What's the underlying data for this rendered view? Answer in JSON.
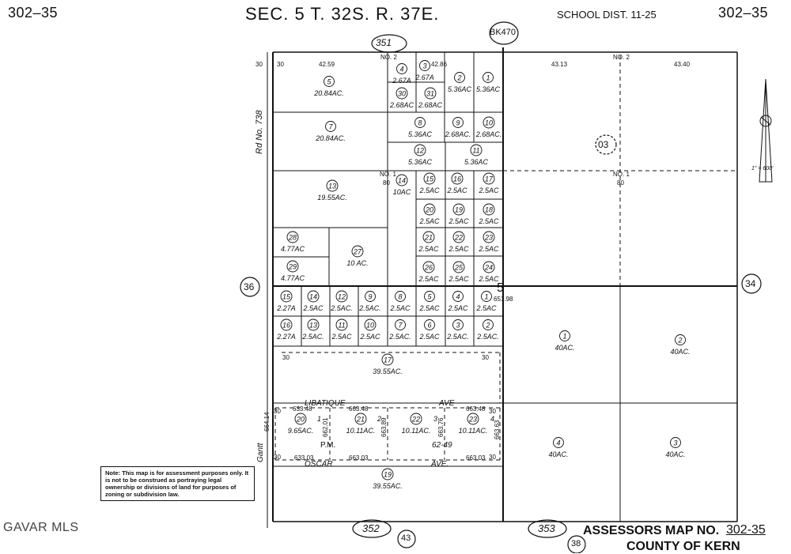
{
  "header": {
    "map_left": "302–35",
    "title": "SEC. 5 T. 32S. R. 37E.",
    "school_district": "SCHOOL DIST. 11-25",
    "map_right": "302–35",
    "book": "BK470",
    "page_top": "351"
  },
  "road_labels": {
    "rd": "Rd No. 738",
    "gantt": "Gantt",
    "libatique": "LIBATIQUE",
    "ave": "AVE",
    "oscar": "OSCAR",
    "ave2": "AVE.",
    "pm": "P.M.",
    "section_center": "5",
    "school_num": "03",
    "scale": "1\" = 600'"
  },
  "neighbors": {
    "west": "36",
    "east": "34",
    "bottom_left": "352",
    "bottom_mid": "43",
    "bottom_right": "353",
    "bottom_right2": "38"
  },
  "parcels": [
    {
      "num": "5",
      "area": "20.84AC."
    },
    {
      "num": "4",
      "area": "2.67A"
    },
    {
      "num": "3",
      "area": "2.67A"
    },
    {
      "num": "2",
      "area": "5.36AC"
    },
    {
      "num": "1",
      "area": "5.36AC"
    },
    {
      "num": "30",
      "area": "2.68AC"
    },
    {
      "num": "31",
      "area": "2.68AC"
    },
    {
      "num": "7",
      "area": "20.84AC."
    },
    {
      "num": "8",
      "area": "5.36AC"
    },
    {
      "num": "9",
      "area": "2.68AC."
    },
    {
      "num": "10",
      "area": "2.68AC."
    },
    {
      "num": "12",
      "area": "5.36AC"
    },
    {
      "num": "11",
      "area": "5.36AC"
    },
    {
      "num": "13",
      "area": "19.55AC."
    },
    {
      "num": "14",
      "area": "10AC"
    },
    {
      "num": "15",
      "area": "2.5AC"
    },
    {
      "num": "16",
      "area": "2.5AC"
    },
    {
      "num": "17",
      "area": "2.5AC"
    },
    {
      "num": "20",
      "area": "2.5AC"
    },
    {
      "num": "19",
      "area": "2.5AC"
    },
    {
      "num": "18",
      "area": "2.5AC"
    },
    {
      "num": "28",
      "area": "4.77AC"
    },
    {
      "num": "27",
      "area": "10 AC."
    },
    {
      "num": "21",
      "area": "2.5AC"
    },
    {
      "num": "22",
      "area": "2.5AC"
    },
    {
      "num": "23",
      "area": "2.5AC"
    },
    {
      "num": "29",
      "area": "4.77AC"
    },
    {
      "num": "26",
      "area": "2.5AC"
    },
    {
      "num": "25",
      "area": "2.5AC"
    },
    {
      "num": "24",
      "area": "2.5AC"
    },
    {
      "num": "15",
      "area": "2.27A"
    },
    {
      "num": "14",
      "area": "2.5AC"
    },
    {
      "num": "12",
      "area": "2.5AC."
    },
    {
      "num": "9",
      "area": "2.5AC."
    },
    {
      "num": "8",
      "area": "2.5AC"
    },
    {
      "num": "5",
      "area": "2.5AC"
    },
    {
      "num": "4",
      "area": "2.5AC"
    },
    {
      "num": "1",
      "area": "2.5AC"
    },
    {
      "num": "16",
      "area": "2.27A"
    },
    {
      "num": "13",
      "area": "2.5AC."
    },
    {
      "num": "11",
      "area": "2.5AC"
    },
    {
      "num": "10",
      "area": "2.5AC"
    },
    {
      "num": "7",
      "area": "2.5AC."
    },
    {
      "num": "6",
      "area": "2.5AC"
    },
    {
      "num": "3",
      "area": "2.5AC."
    },
    {
      "num": "2",
      "area": "2.5AC."
    },
    {
      "num": "17",
      "area": "39.55AC."
    },
    {
      "num": "20",
      "area": "9.65AC."
    },
    {
      "num": "21",
      "area": "10.11AC."
    },
    {
      "num": "22",
      "area": "10.11AC."
    },
    {
      "num": "23",
      "area": "10.11AC."
    },
    {
      "num": "19",
      "area": "39.55AC."
    },
    {
      "num": "1",
      "area": "40AC."
    },
    {
      "num": "2",
      "area": "40AC."
    },
    {
      "num": "4",
      "area": "40AC."
    },
    {
      "num": "3",
      "area": "40AC."
    }
  ],
  "pm_lots": [
    "1",
    "2",
    "3",
    "4"
  ],
  "pm_number": "62-49",
  "dims": {
    "d1": "30",
    "d2": "30",
    "d3": "42.59",
    "d4": "NO. 2",
    "d5": "42.86",
    "d6": "43.13",
    "d7": "NO. 2",
    "d8": "43.40",
    "d9": "NO. 1",
    "d10": "80",
    "d11": "NO. 1",
    "d12": "80",
    "d13": "651.98",
    "d14": "30",
    "d15": "30",
    "d16": "663.48",
    "d17": "663.48",
    "d18": "633.48",
    "d19": "633.03",
    "d20": "663.03",
    "d21": "663.03",
    "d22": "664.14",
    "d23": "662.01",
    "d24": "663.89",
    "d25": "663.76",
    "d26": "663.63",
    "d27": "30",
    "d28": "30",
    "d29": "30",
    "d30": "30"
  },
  "note": "Note: This map is for assessment purposes only. It is not to be construed as portraying legal ownership or divisions of land for purposes of zoning or subdivision law.",
  "footer": {
    "assessor": "ASSESSORS MAP NO.",
    "map_no": "302-35",
    "county": "COUNTY OF KERN",
    "watermark": "GAVAR MLS"
  }
}
